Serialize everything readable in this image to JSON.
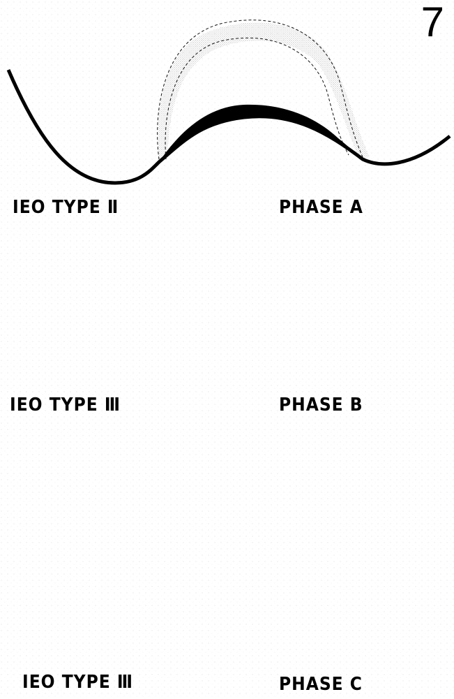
{
  "figure_number": "7",
  "panels": [
    {
      "type_label": "IEO TYPE Ⅱ",
      "phase_label": "PHASE A"
    },
    {
      "type_label": "IEO TYPE Ⅲ",
      "phase_label": "PHASE B"
    },
    {
      "type_label": "IEO TYPE Ⅲ",
      "phase_label": "PHASE C"
    }
  ],
  "colors": {
    "ink": "#000000",
    "paper": "#ffffff",
    "stipple": "#8a8a8a"
  }
}
